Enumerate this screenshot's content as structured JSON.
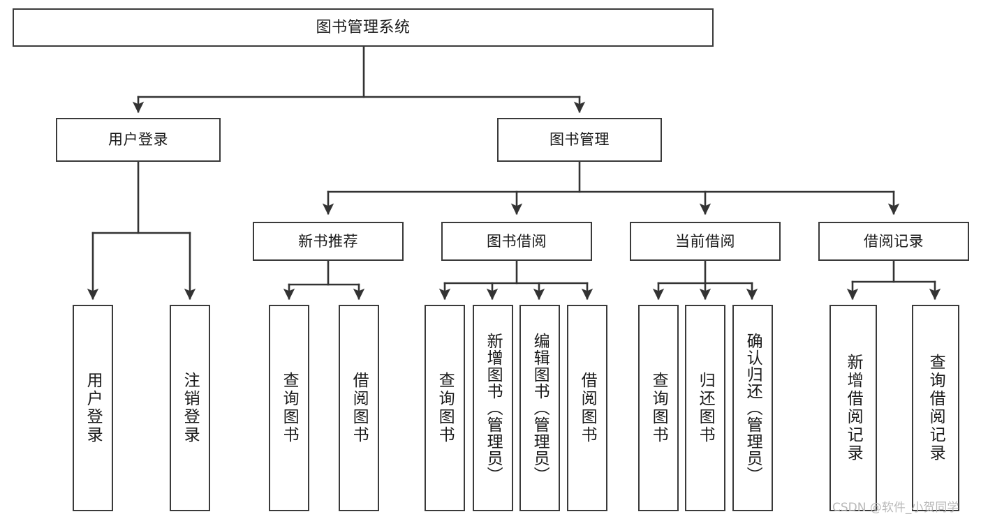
{
  "diagram": {
    "type": "tree-hierarchy",
    "title": "图书管理系统",
    "watermark": "CSDN @软件_小贺同学",
    "colors": {
      "box_border": "#3a3a3a",
      "box_fill": "#ffffff",
      "connector": "#333333",
      "text": "#1a1a1a",
      "watermark": "#b9b9b9",
      "background": "#ffffff"
    },
    "levels": [
      {
        "level": 1,
        "nodes": [
          {
            "id": "root",
            "label": "图书管理系统",
            "orientation": "horizontal"
          }
        ]
      },
      {
        "level": 2,
        "nodes": [
          {
            "id": "user-login",
            "label": "用户登录",
            "orientation": "horizontal",
            "parent": "root"
          },
          {
            "id": "book-mgmt",
            "label": "图书管理",
            "orientation": "horizontal",
            "parent": "root"
          }
        ]
      },
      {
        "level": 3,
        "nodes": [
          {
            "id": "new-book-rec",
            "label": "新书推荐",
            "orientation": "horizontal",
            "parent": "book-mgmt"
          },
          {
            "id": "book-borrow",
            "label": "图书借阅",
            "orientation": "horizontal",
            "parent": "book-mgmt"
          },
          {
            "id": "current-borrow",
            "label": "当前借阅",
            "orientation": "horizontal",
            "parent": "book-mgmt"
          },
          {
            "id": "borrow-record",
            "label": "借阅记录",
            "orientation": "horizontal",
            "parent": "book-mgmt"
          }
        ]
      },
      {
        "level": 4,
        "nodes": [
          {
            "id": "leaf-user-login",
            "label": "用户登录",
            "orientation": "vertical",
            "parent": "user-login"
          },
          {
            "id": "leaf-user-logout",
            "label": "注销登录",
            "orientation": "vertical",
            "parent": "user-login"
          },
          {
            "id": "leaf-rec-query",
            "label": "查询图书",
            "orientation": "vertical",
            "parent": "new-book-rec"
          },
          {
            "id": "leaf-rec-borrow",
            "label": "借阅图书",
            "orientation": "vertical",
            "parent": "new-book-rec"
          },
          {
            "id": "leaf-borrow-query",
            "label": "查询图书",
            "orientation": "vertical",
            "parent": "book-borrow"
          },
          {
            "id": "leaf-borrow-add",
            "label": "新增图书（管理员）",
            "orientation": "vertical",
            "parent": "book-borrow"
          },
          {
            "id": "leaf-borrow-edit",
            "label": "编辑图书（管理员）",
            "orientation": "vertical",
            "parent": "book-borrow"
          },
          {
            "id": "leaf-borrow-lend",
            "label": "借阅图书",
            "orientation": "vertical",
            "parent": "book-borrow"
          },
          {
            "id": "leaf-cur-query",
            "label": "查询图书",
            "orientation": "vertical",
            "parent": "current-borrow"
          },
          {
            "id": "leaf-cur-return",
            "label": "归还图书",
            "orientation": "vertical",
            "parent": "current-borrow"
          },
          {
            "id": "leaf-cur-confirm",
            "label": "确认归还（管理员）",
            "orientation": "vertical",
            "parent": "current-borrow"
          },
          {
            "id": "leaf-rec-add",
            "label": "新增借阅记录",
            "orientation": "vertical",
            "parent": "borrow-record"
          },
          {
            "id": "leaf-rec-search",
            "label": "查询借阅记录",
            "orientation": "vertical",
            "parent": "borrow-record"
          }
        ]
      }
    ]
  }
}
